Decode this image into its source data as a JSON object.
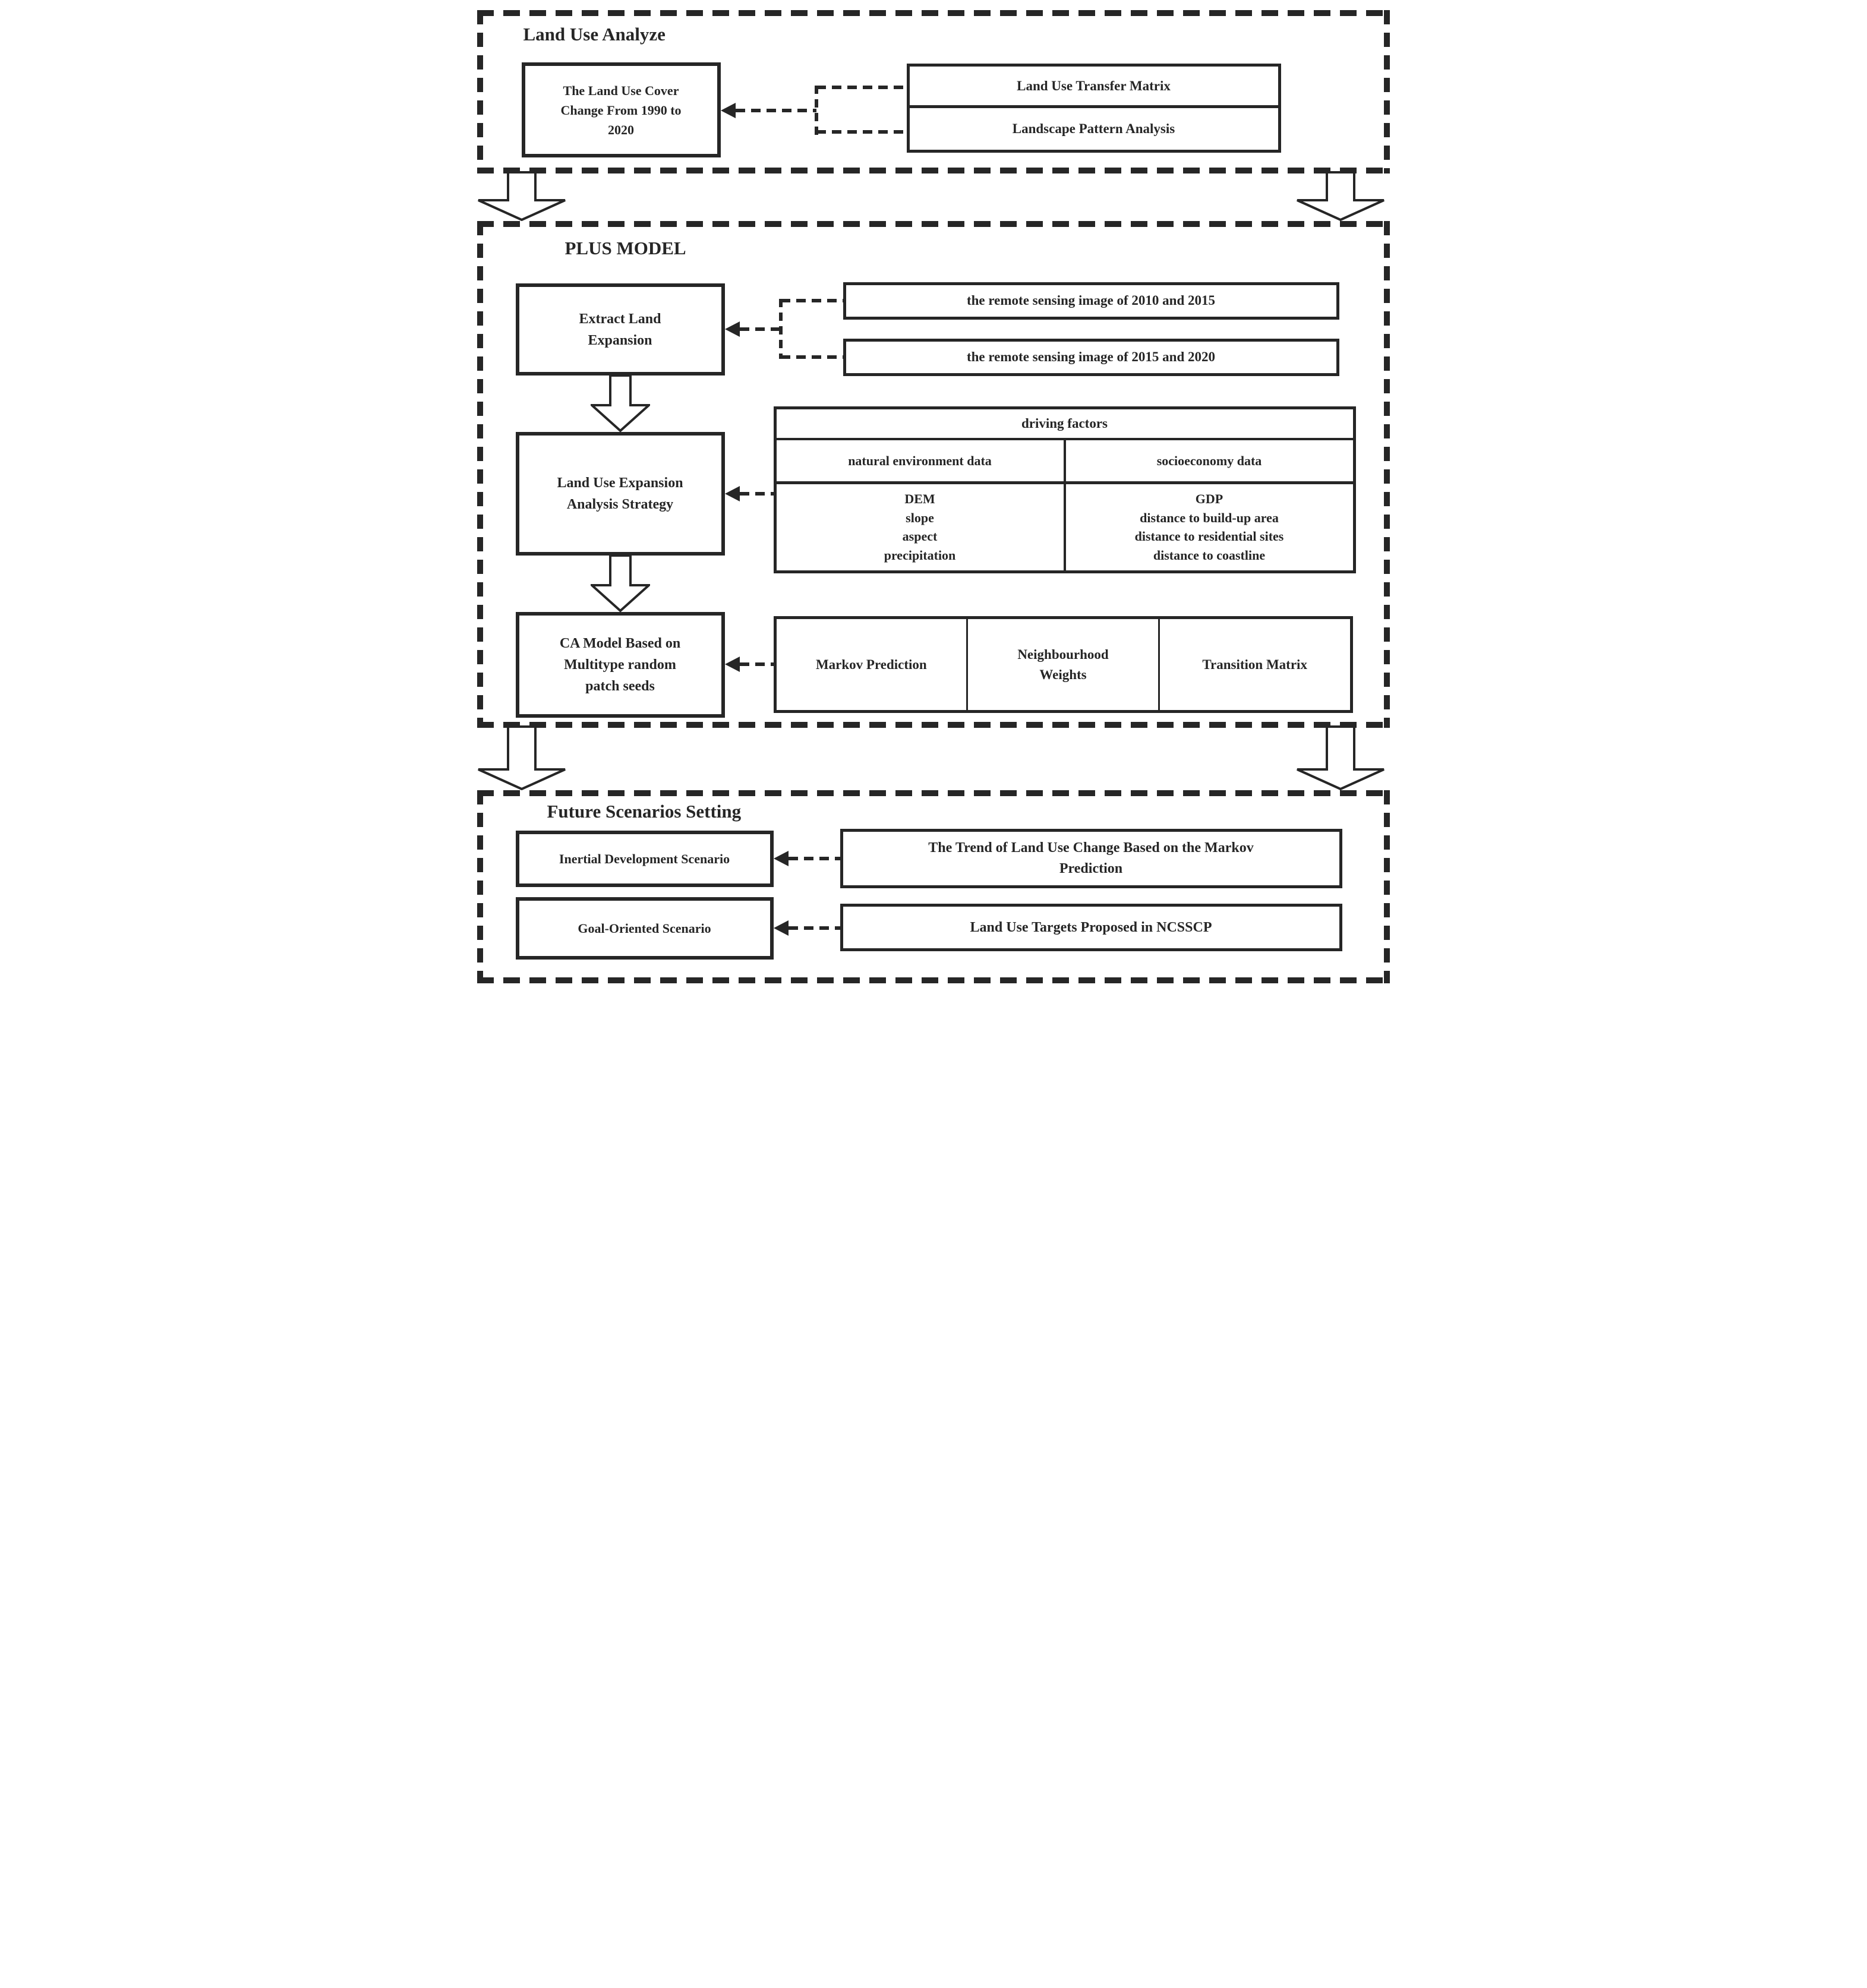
{
  "colors": {
    "ink": "#262626",
    "background": "#ffffff"
  },
  "sections": [
    {
      "title": "Land Use Analyze",
      "result_box": "The Land Use Cover Change From 1990 to 2020",
      "inputs": [
        "Land Use Transfer Matrix",
        "Landscape Pattern Analysis"
      ]
    },
    {
      "title": "PLUS MODEL",
      "extract_box": "Extract Land Expansion",
      "remote_inputs": [
        "the remote sensing image of 2010 and 2015",
        "the remote sensing image of 2015 and 2020"
      ],
      "strategy_box": "Land Use Expansion Analysis Strategy",
      "driving_factors": {
        "header": "driving factors",
        "columns": [
          {
            "title": "natural environment data",
            "items": [
              "DEM",
              "slope",
              "aspect",
              "precipitation"
            ]
          },
          {
            "title": "socioeconomy data",
            "items": [
              "GDP",
              "distance to build-up area",
              "distance to residential sites",
              "distance to coastline"
            ]
          }
        ]
      },
      "ca_box": "CA Model Based on Multitype random patch seeds",
      "ca_inputs": [
        "Markov Prediction",
        "Neighbourhood Weights",
        "Transition Matrix"
      ]
    },
    {
      "title": "Future Scenarios Setting",
      "scenarios": [
        {
          "name": "Inertial Development Scenario",
          "source": "The Trend of Land Use Change Based on the Markov Prediction"
        },
        {
          "name": "Goal-Oriented Scenario",
          "source": "Land Use Targets Proposed in NCSSCP"
        }
      ]
    }
  ]
}
